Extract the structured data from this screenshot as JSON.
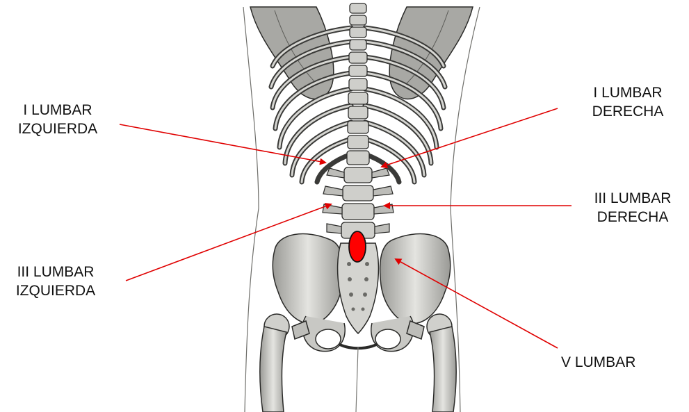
{
  "labels": {
    "l1_left": {
      "line1": "I LUMBAR",
      "line2": "IZQUIERDA"
    },
    "l1_right": {
      "line1": "I LUMBAR",
      "line2": "DERECHA"
    },
    "l3_right": {
      "line1": "III LUMBAR",
      "line2": "DERECHA"
    },
    "l3_left": {
      "line1": "III LUMBAR",
      "line2": "IZQUIERDA"
    },
    "l5": {
      "line1": "V LUMBAR"
    }
  },
  "colors": {
    "arrow": "#e00000",
    "marker": "#ff0000",
    "bone": "#d8d8d4",
    "bone_shade": "#8a8a86",
    "outline": "#2a2a28"
  },
  "illustration": "skeleton-back-view-lumbar-region"
}
